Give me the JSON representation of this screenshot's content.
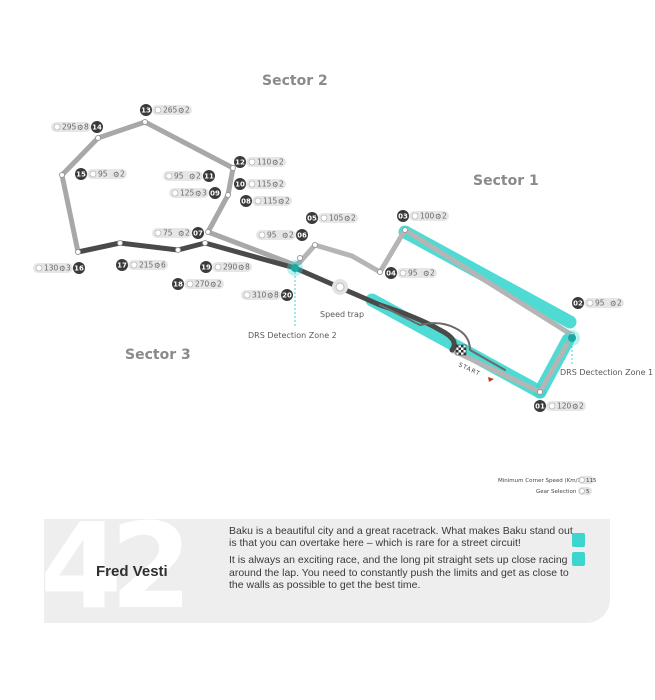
{
  "map": {
    "sectors": {
      "s1": "Sector 1",
      "s2": "Sector 2",
      "s3": "Sector 3"
    },
    "corners": [
      {
        "n": "01",
        "speed": "120",
        "gear": "2"
      },
      {
        "n": "02",
        "speed": "95",
        "gear": "2"
      },
      {
        "n": "03",
        "speed": "100",
        "gear": "2"
      },
      {
        "n": "04",
        "speed": "95",
        "gear": "2"
      },
      {
        "n": "05",
        "speed": "105",
        "gear": "2"
      },
      {
        "n": "06",
        "speed": "95",
        "gear": "2"
      },
      {
        "n": "07",
        "speed": "75",
        "gear": "2"
      },
      {
        "n": "08",
        "speed": "115",
        "gear": "2"
      },
      {
        "n": "09",
        "speed": "125",
        "gear": "3"
      },
      {
        "n": "10",
        "speed": "115",
        "gear": "2"
      },
      {
        "n": "11",
        "speed": "95",
        "gear": "2"
      },
      {
        "n": "12",
        "speed": "110",
        "gear": "2"
      },
      {
        "n": "13",
        "speed": "265",
        "gear": "2"
      },
      {
        "n": "14",
        "speed": "295",
        "gear": "8"
      },
      {
        "n": "15",
        "speed": "95",
        "gear": "2"
      },
      {
        "n": "16",
        "speed": "130",
        "gear": "3"
      },
      {
        "n": "17",
        "speed": "215",
        "gear": "6"
      },
      {
        "n": "18",
        "speed": "270",
        "gear": "2"
      },
      {
        "n": "19",
        "speed": "290",
        "gear": "8"
      },
      {
        "n": "20",
        "speed": "310",
        "gear": "8"
      }
    ],
    "speed_trap": "Speed trap",
    "drs1": "DRS Dectection Zone 1",
    "drs2": "DRS Detection Zone 2",
    "start": "START",
    "legend": {
      "min_speed": "Minimum Corner Speed (Km/h)",
      "min_speed_sample": "115",
      "gear": "Gear Selection",
      "gear_sample": "5"
    },
    "colors": {
      "drs": "#3dd6cf",
      "track": "#b5b5b5",
      "dark": "#4a4a4a"
    }
  },
  "quote": {
    "number": "42",
    "driver": "Fred Vesti",
    "paragraphs": [
      "Baku is a beautiful city and a great racetrack. What makes Baku stand out is that you can overtake here – which is rare for a street circuit!",
      "It is always an exciting race, and the long pit straight sets up close racing around the lap. You need to constantly push the limits and get as close to the walls as possible to get the best time."
    ]
  }
}
